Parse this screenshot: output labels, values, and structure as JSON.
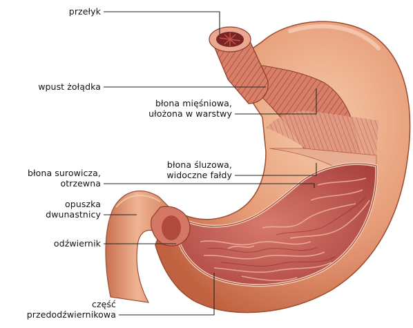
{
  "labels": {
    "przelyk": "przełyk",
    "wpust": "wpust żołądka",
    "blona_miesniowa_1": "błona mięśniowa,",
    "blona_miesniowa_2": "ułożona w warstwy",
    "blona_surowicza_1": "błona surowicza,",
    "blona_surowicza_2": "otrzewna",
    "blona_sluzowa_1": "błona śluzowa,",
    "blona_sluzowa_2": "widoczne fałdy",
    "opuszka_1": "opuszka",
    "opuszka_2": "dwunastnicy",
    "odzwiernik": "odźwiernik",
    "czesc_1": "część",
    "czesc_2": "przedodźwiernikowa"
  },
  "colors": {
    "outer_serosa": "#e9a27c",
    "serosa_shadow": "#c96a48",
    "muscle": "#d9826a",
    "muscle_dark": "#b04a3a",
    "mucosa": "#c85a55",
    "mucosa_dark": "#8e2f2f",
    "rim": "#f1c6a8"
  }
}
